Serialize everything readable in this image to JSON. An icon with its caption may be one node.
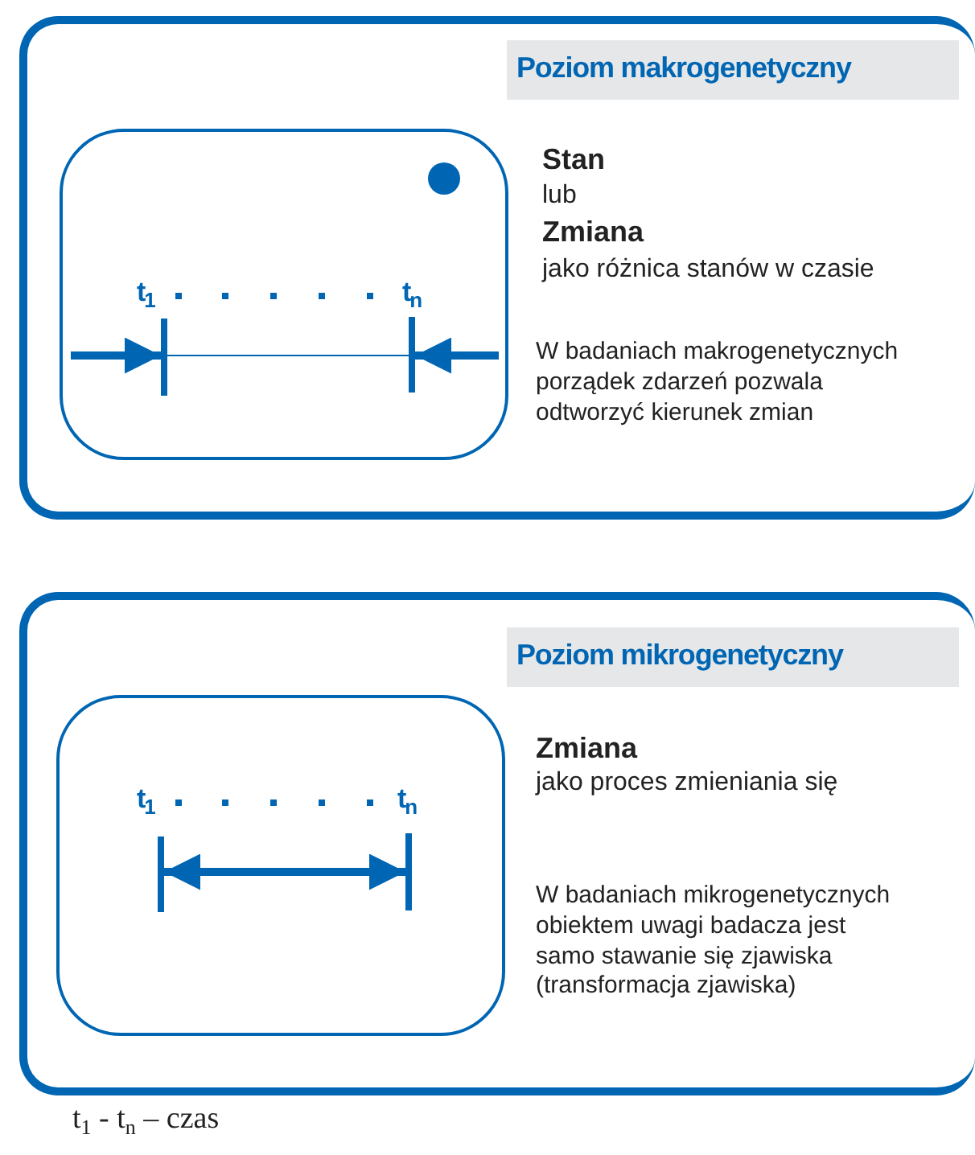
{
  "diagram": {
    "nodes": [
      {
        "text": [
          "Stan",
          "lub",
          "Zmiana",
          "jako różnica stanów w czasie",
          "W badaniach makrogenetycznych porządek zdarzeń pozwala odtworzyć kierunek zmian"
        ]
      },
      {
        "text": [
          "Poziom makrogenetyczny"
        ],
        "in": 0
      },
      {
        "text": [],
        "shape": "box",
        "in": 0
      },
      {
        "text": [
          "Zmiana",
          "jako proces zmieniania się",
          "W badaniach mikrogenetycznych obiektem uwagi badacza jest samo stawanie się zjawiska (transformacja zjawiska)"
        ]
      },
      {
        "text": [
          "Poziom mikrogenetyczny"
        ],
        "in": 3
      },
      {
        "text": [],
        "shape": "box",
        "in": 3
      }
    ],
    "labels": [
      "t$_{1}$",
      "t$_{n}$",
      "t$_{1}$",
      "t$_{n}$",
      "t$_{1}$ - t$_{n}$ – czas"
    ]
  }
}
